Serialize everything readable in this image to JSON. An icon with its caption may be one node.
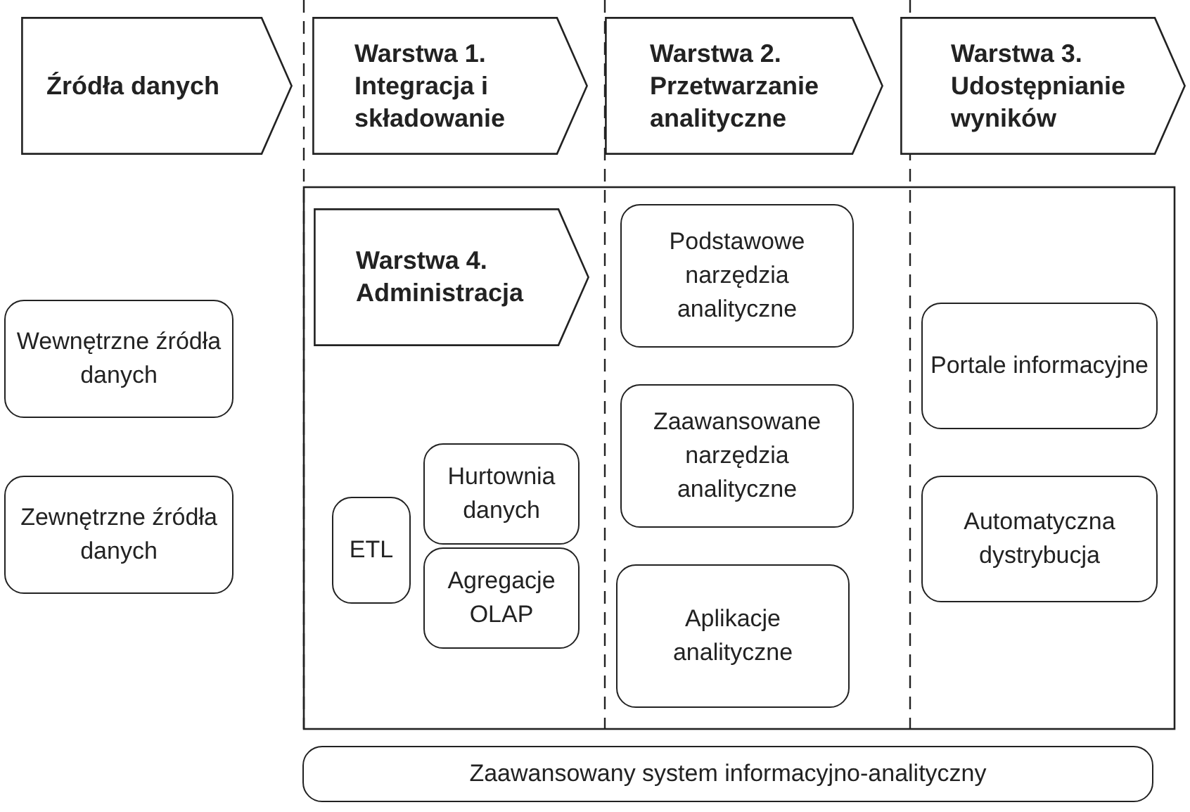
{
  "diagram": {
    "nodes": [
      {
        "text": [
          "Źródła danych"
        ]
      },
      {
        "text": [
          "Warstwa 1. Integracja i składowanie"
        ]
      },
      {
        "text": [
          "Warstwa 2. Przetwarzanie analityczne"
        ]
      },
      {
        "text": [
          "Warstwa 3. Udostępnianie wyników"
        ]
      },
      {
        "text": [
          "Warstwa 4. Administracja"
        ]
      },
      {
        "text": [
          "Podstawowe narzędzia analityczne"
        ]
      },
      {
        "text": [
          "Wewnętrzne źródła danych"
        ]
      },
      {
        "text": [
          "Portale informacyjne"
        ]
      },
      {
        "text": [
          "Zaawansowane narzędzia analityczne"
        ]
      },
      {
        "text": [
          "Hurtownia danych"
        ]
      },
      {
        "text": [
          "Zewnętrzne źródła danych"
        ]
      },
      {
        "text": [
          "ETL"
        ]
      },
      {
        "text": [
          "Automatyczna dystrybucja"
        ]
      },
      {
        "text": [
          "Agregacje OLAP"
        ]
      },
      {
        "text": [
          "Aplikacje analityczne"
        ]
      },
      {
        "text": [
          "Zaawansowany system informacyjno-analityczny"
        ]
      }
    ],
    "edges": []
  }
}
